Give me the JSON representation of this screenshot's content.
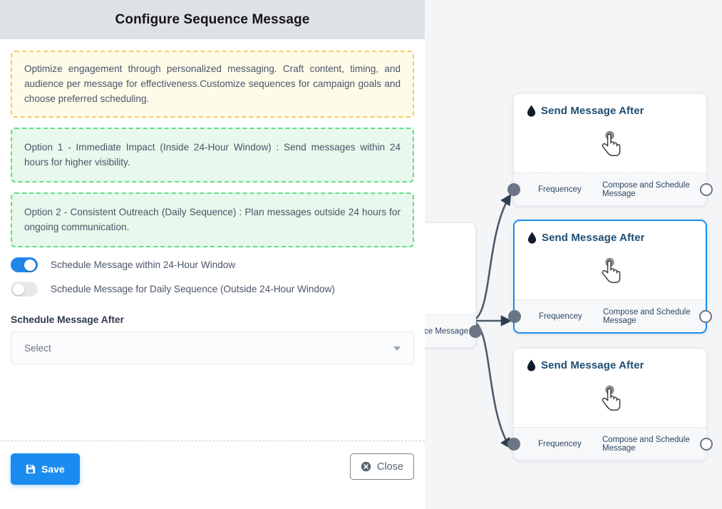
{
  "dialog": {
    "title": "Configure Sequence Message",
    "notes": [
      {
        "kind": "warning",
        "text": "Optimize engagement through personalized messaging. Craft content, timing, and audience per message for effectiveness.Customize sequences for campaign goals and choose preferred scheduling."
      },
      {
        "kind": "success",
        "text": "Option 1 - Immediate Impact (Inside 24-Hour Window) : Send messages within 24 hours for higher visibility."
      },
      {
        "kind": "success",
        "text": "Option 2 - Consistent Outreach (Daily Sequence) : Plan messages outside 24 hours for ongoing communication."
      }
    ],
    "toggles": [
      {
        "label": "Schedule Message within 24-Hour Window",
        "state": "on"
      },
      {
        "label": "Schedule Message for Daily Sequence (Outside 24-Hour Window)",
        "state": "off"
      }
    ],
    "field": {
      "label": "Schedule Message After",
      "value": "Select",
      "placeholder": "Select"
    },
    "footer": {
      "save_label": "Save",
      "close_label": "Close"
    },
    "colors": {
      "header_bg": "#dee2e6",
      "save_blue": "#1a8cf0",
      "toggle_on": "#2186e8",
      "toggle_off": "#e6e8ec",
      "warn_bg": "#fefbe9",
      "warn_border": "#f6c863",
      "ok_bg": "#e8f8ec",
      "ok_border": "#5fe07f"
    }
  },
  "canvas": {
    "background": "#f4f5f7",
    "nodes": [
      {
        "title": "Send Message After",
        "icon": "droplet-icon",
        "body_icon": "hand-pointer-icon",
        "foot_left": "Frequencey",
        "foot_right": "Compose and Schedule Message",
        "selected": false
      },
      {
        "title": "Send Message After",
        "icon": "droplet-icon",
        "body_icon": "hand-pointer-icon",
        "foot_left": "Frequencey",
        "foot_right": "Compose and Schedule Message",
        "selected": true
      },
      {
        "title": "Send Message After",
        "icon": "droplet-icon",
        "body_icon": "hand-pointer-icon",
        "foot_left": "Frequencey",
        "foot_right": "Compose and Schedule Message",
        "selected": false
      }
    ],
    "source_node": {
      "foot_right": "ce Message"
    },
    "edge_color": "#4e5a69"
  }
}
